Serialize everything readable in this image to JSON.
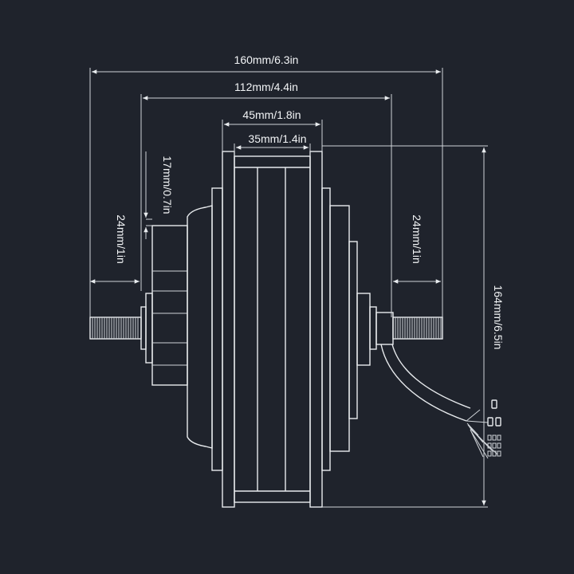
{
  "diagram": {
    "dimensions": {
      "overall_width": "160mm/6.3in",
      "flange_width": "112mm/4.4in",
      "rim_width": "45mm/1.8in",
      "core_width": "35mm/1.4in",
      "flange_step": "17mm/0.7in",
      "left_axle": "24mm/1in",
      "right_axle": "24mm/1in",
      "height": "164mm/6.5in"
    },
    "colors": {
      "background": "#1f232c",
      "line": "#e8ebee"
    }
  }
}
